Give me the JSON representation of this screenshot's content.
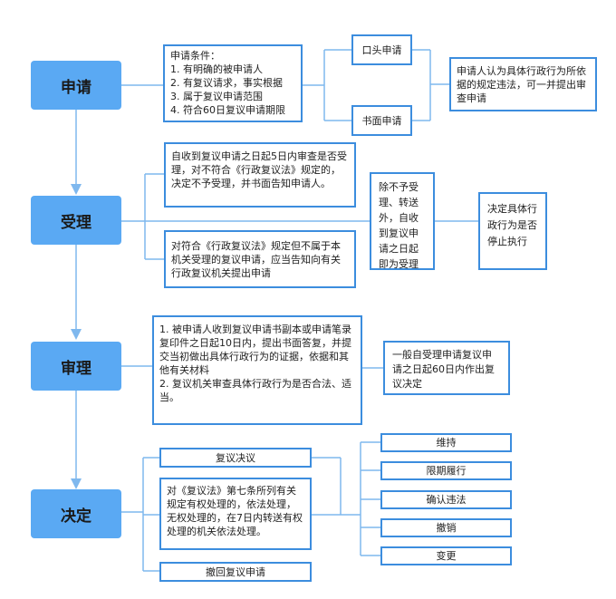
{
  "stages": {
    "apply": "申请",
    "accept": "受理",
    "review": "审理",
    "decide": "决定"
  },
  "apply": {
    "conditions": "申请条件：\n1. 有明确的被申请人\n2. 有复议请求，事实根据\n3. 属于复议申请范围\n4. 符合60日复议申请期限",
    "oral": "口头申请",
    "written": "书面申请",
    "violation_note": "申请人认为具体行政行为所依据的规定违法，可一并提出审查申请"
  },
  "accept": {
    "review_5days": "自收到复议申请之日起5日内审查是否受理，对不符合《行政复议法》规定的，决定不予受理，并书面告知申请人。",
    "not_jurisdiction": "对符合《行政复议法》规定但不属于本机关受理的复议申请，应当告知向有关行政复议机关提出申请",
    "deemed_accepted": "除不予受理、转送外，自收到复议申请之日起即为受理",
    "suspend_execution": "决定具体行政行为是否停止执行"
  },
  "review": {
    "process": "1. 被申请人收到复议申请书副本或申请笔录复印件之日起10日内，提出书面答复，并提交当初做出具体行政行为的证据，依据和其他有关材料\n2. 复议机关审查具体行政行为是否合法、适当。",
    "deadline": "一般自受理申请复议申请之日起60日内作出复议决定"
  },
  "decide": {
    "decision": "复议决议",
    "article7": "对《复议法》第七条所列有关规定有权处理的，依法处理，无权处理的，在7日内转送有权处理的机关依法处理。",
    "withdraw": "撤回复议申请",
    "outcomes": [
      "维持",
      "限期履行",
      "确认违法",
      "撤销",
      "变更"
    ]
  },
  "colors": {
    "stage_fill": "#5aa9f3",
    "box_border": "#3c8dde",
    "connector": "#7fb8ee"
  }
}
